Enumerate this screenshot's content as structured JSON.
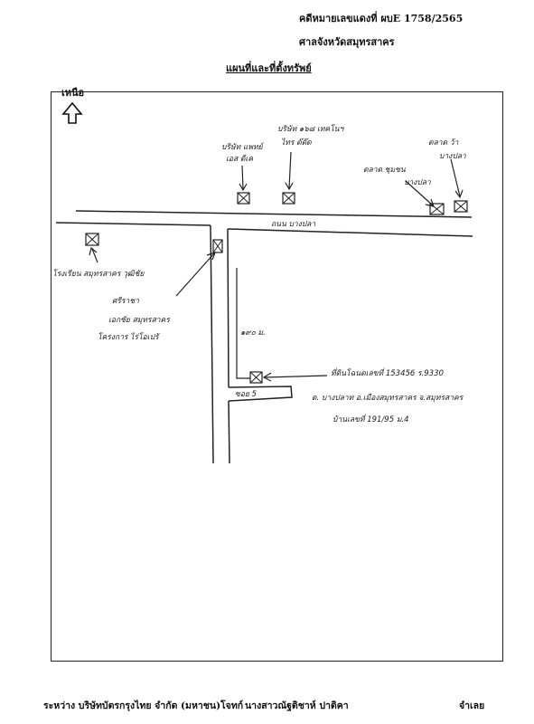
{
  "header": {
    "case_number": "คดีหมายเลขแดงที่ ผบE 1758/2565",
    "court": "ศาลจังหวัดสมุทรสาคร",
    "title": "แผนที่และที่ตั้งทรัพย์"
  },
  "map": {
    "north_label": "เหนือ",
    "road_label": "ถนน บางปลา",
    "distance_label": "๑๙๐ ม.",
    "soi_label": "ซอย 5",
    "landmarks": {
      "top_left": [
        "บริษัท แพทย์",
        "เอส ดีเค"
      ],
      "top_mid": [
        "บริษัท ๑๖๘ เทคโนฯ",
        "ไทร ต๊ต๊ด"
      ],
      "right_a": [
        "ตลาด ชุมชน",
        "บางปลา"
      ],
      "right_b": [
        "ตลาด ว้า",
        "บางปลา"
      ],
      "left": "โรงเรียน สมุทรสาคร วุฒิชัย",
      "center": [
        "ศรีราชา",
        "เอกชัย สมุทรสาคร",
        "โครงการ ไร่โอเปร้"
      ]
    },
    "property_note": [
      "ที่ดินโฉนดเลขที่ 153456 ร.9330",
      "ต. บางปลาท อ.เมืองสมุทรสาคร จ.สมุทรสาคร",
      "บ้านเลขที่ 191/95 ม.4"
    ]
  },
  "footer": {
    "plaintiff": "ระหว่าง บริษัทบัตรกรุงไทย จำกัด (มหาชน)โจทก์",
    "defendant": "นางสาวณัฐติชาห์ ปาติคา",
    "role": "จำเลย"
  }
}
